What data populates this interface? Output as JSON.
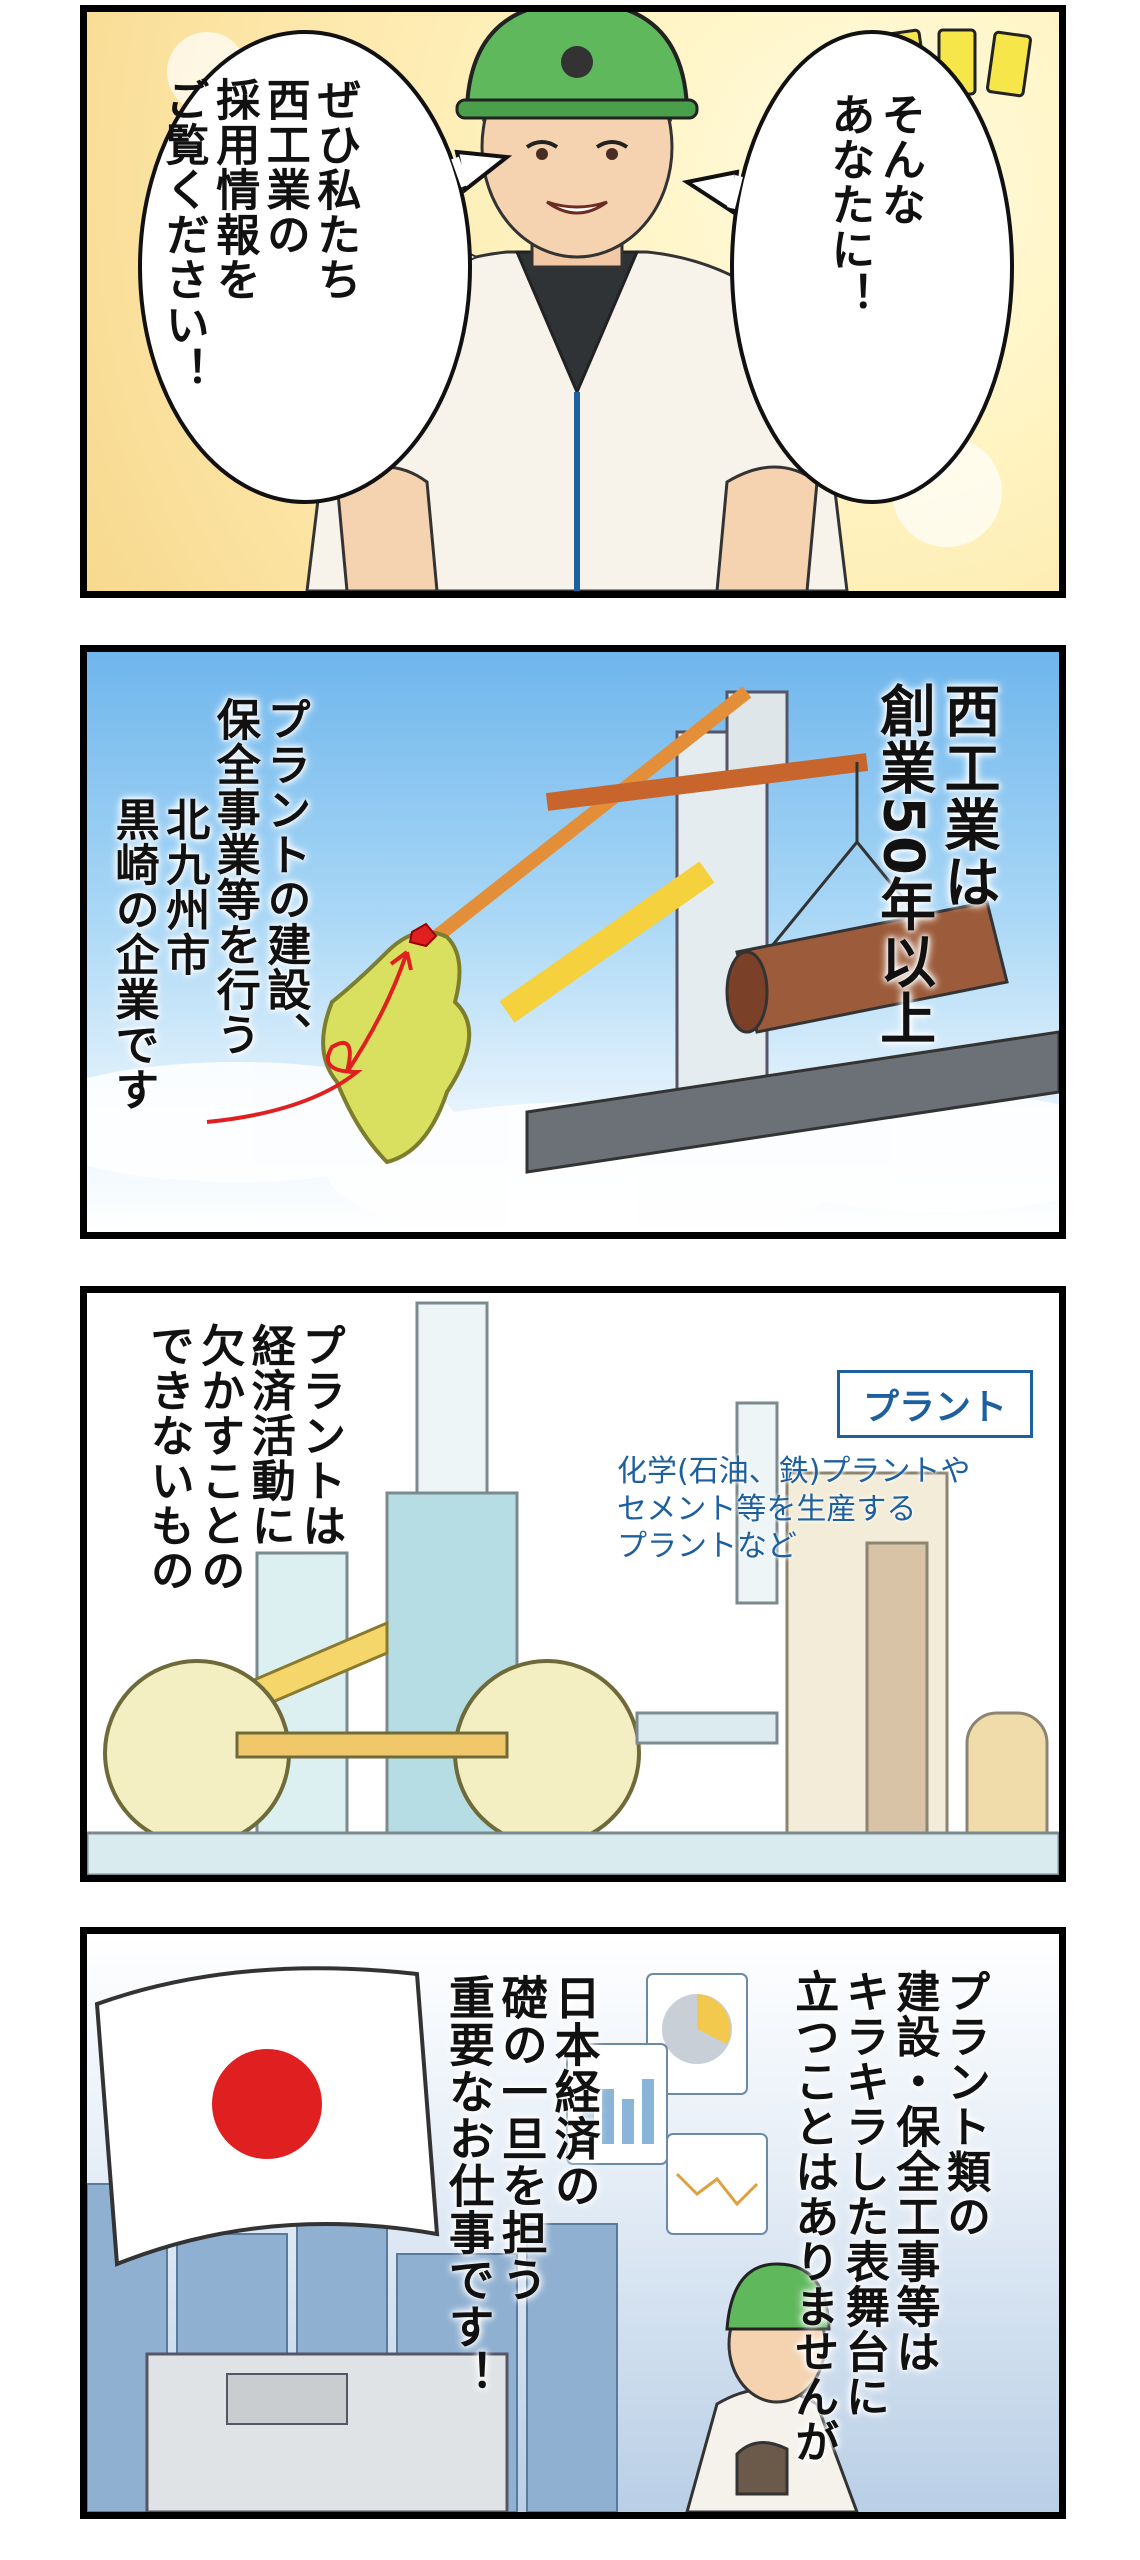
{
  "panel1": {
    "bubble_right": [
      "そんな",
      "あなたに！"
    ],
    "bubble_left": [
      "ぜひ私たち",
      "西工業の",
      "採用情報を",
      "ご覧ください！"
    ]
  },
  "panel2": {
    "caption_right": [
      "西工業は",
      "創業50年以上"
    ],
    "caption_left": [
      "プラントの建設、",
      "保全事業等を行う",
      "北九州市",
      "黒崎の企業です"
    ]
  },
  "panel3": {
    "caption": [
      "プラントは",
      "経済活動に",
      "欠かすことの",
      "できないもの"
    ],
    "box_title": "プラント",
    "box_note": [
      "化学(石油、鉄)プラントや",
      "セメント等を生産する",
      "プラントなど"
    ]
  },
  "panel4": {
    "caption_right": [
      "プラント類の",
      "建設・保全工事等は",
      "キラキラした表舞台に",
      "立つことはありませんが"
    ],
    "caption_left": [
      "日本経済の",
      "礎の一旦を担う",
      "重要なお仕事です！"
    ]
  },
  "colors": {
    "helmet": "#5fb85c",
    "brand_blue": "#1e5f9e",
    "flag_red": "#d8121c",
    "japan_red": "#e02020"
  }
}
